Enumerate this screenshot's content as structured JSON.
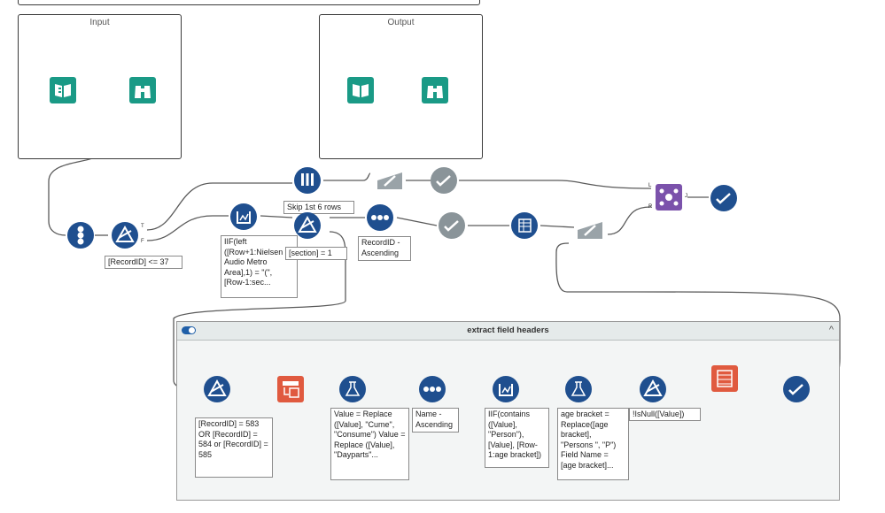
{
  "frames": {
    "input_title": "Input",
    "output_title": "Output"
  },
  "container": {
    "title": "extract field headers",
    "collapse_glyph": "^"
  },
  "annotations": {
    "filter_recordid": "[RecordID] <= 37",
    "formula_iif": "IIF(left ([Row+1:Nielsen Audio Metro Area],1) = \"(\", [Row-1:sec...",
    "skip_rows": "Skip 1st 6 rows",
    "filter_section": "[section] = 1",
    "sort_recordid": "RecordID - Ascending",
    "filter_recordids": "[RecordID] = 583 OR [RecordID] = 584 or [RecordID] = 585",
    "replace_value": "Value = Replace ([Value], \"Cume\", \"Consume\") Value = Replace ([Value], \"Dayparts\"...",
    "sort_name": "Name - Ascending",
    "iif_contains": "IIF(contains ([Value], \"Person\"), [Value], [Row-1:age bracket])",
    "age_bracket": "age bracket = Replace([age bracket], \"Persons \", \"P\") Field Name = [age bracket]...",
    "isnull": "!IsNull([Value])"
  },
  "anchor_labels": {
    "true": "T",
    "false": "F",
    "left": "L",
    "right": "R",
    "join": "J"
  },
  "icons": {
    "input": "book-icon",
    "browse": "binoculars-icon",
    "record_id": "record-id-icon",
    "filter": "filter-icon",
    "formula": "formula-icon",
    "sample": "test-tubes-icon",
    "select": "select-pen-icon",
    "sort": "sort-dots-icon",
    "join": "join-icon",
    "output_check": "checkmark-icon",
    "transpose": "transpose-icon",
    "crosstab": "crosstab-icon",
    "multi_row": "multi-row-icon"
  },
  "colors": {
    "in_out": "#1a9a86",
    "preparation": "#1f4f8f",
    "join": "#7b52ab",
    "transform": "#e05a3f",
    "wire": "#5a5a5a",
    "anchor": "#a6ce39"
  }
}
